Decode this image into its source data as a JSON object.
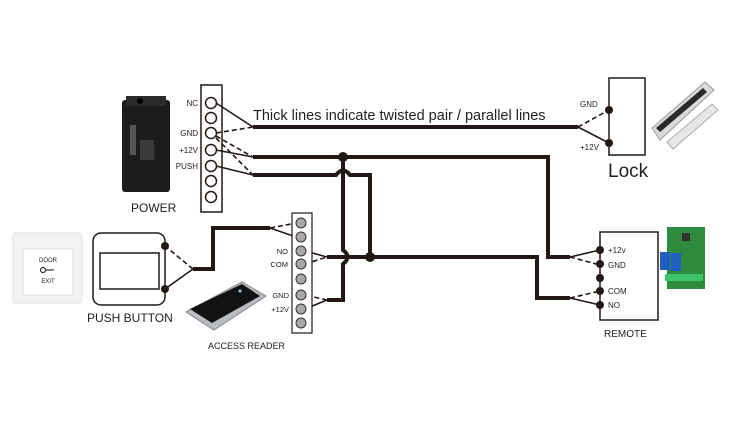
{
  "caption": "Thick lines indicate twisted pair / parallel lines",
  "power": {
    "label": "POWER",
    "terminals": [
      "NC",
      "GND",
      "+12V",
      "PUSH"
    ]
  },
  "lock": {
    "label": "Lock",
    "terminals": [
      "GND",
      "+12V"
    ]
  },
  "push_button": {
    "label": "PUSH BUTTON",
    "plate_text_top": "DOOR",
    "plate_text_bottom": "EXIT"
  },
  "access_reader": {
    "label": "ACCESS READER",
    "terminals": [
      "NO",
      "COM",
      "GND",
      "+12V"
    ]
  },
  "remote": {
    "label": "REMOTE",
    "terminals": [
      "+12v",
      "GND",
      "COM",
      "NO"
    ]
  },
  "colors": {
    "wire": "#231815",
    "relay_board": "#2e8b3e",
    "relay": "#1f5fbf"
  }
}
